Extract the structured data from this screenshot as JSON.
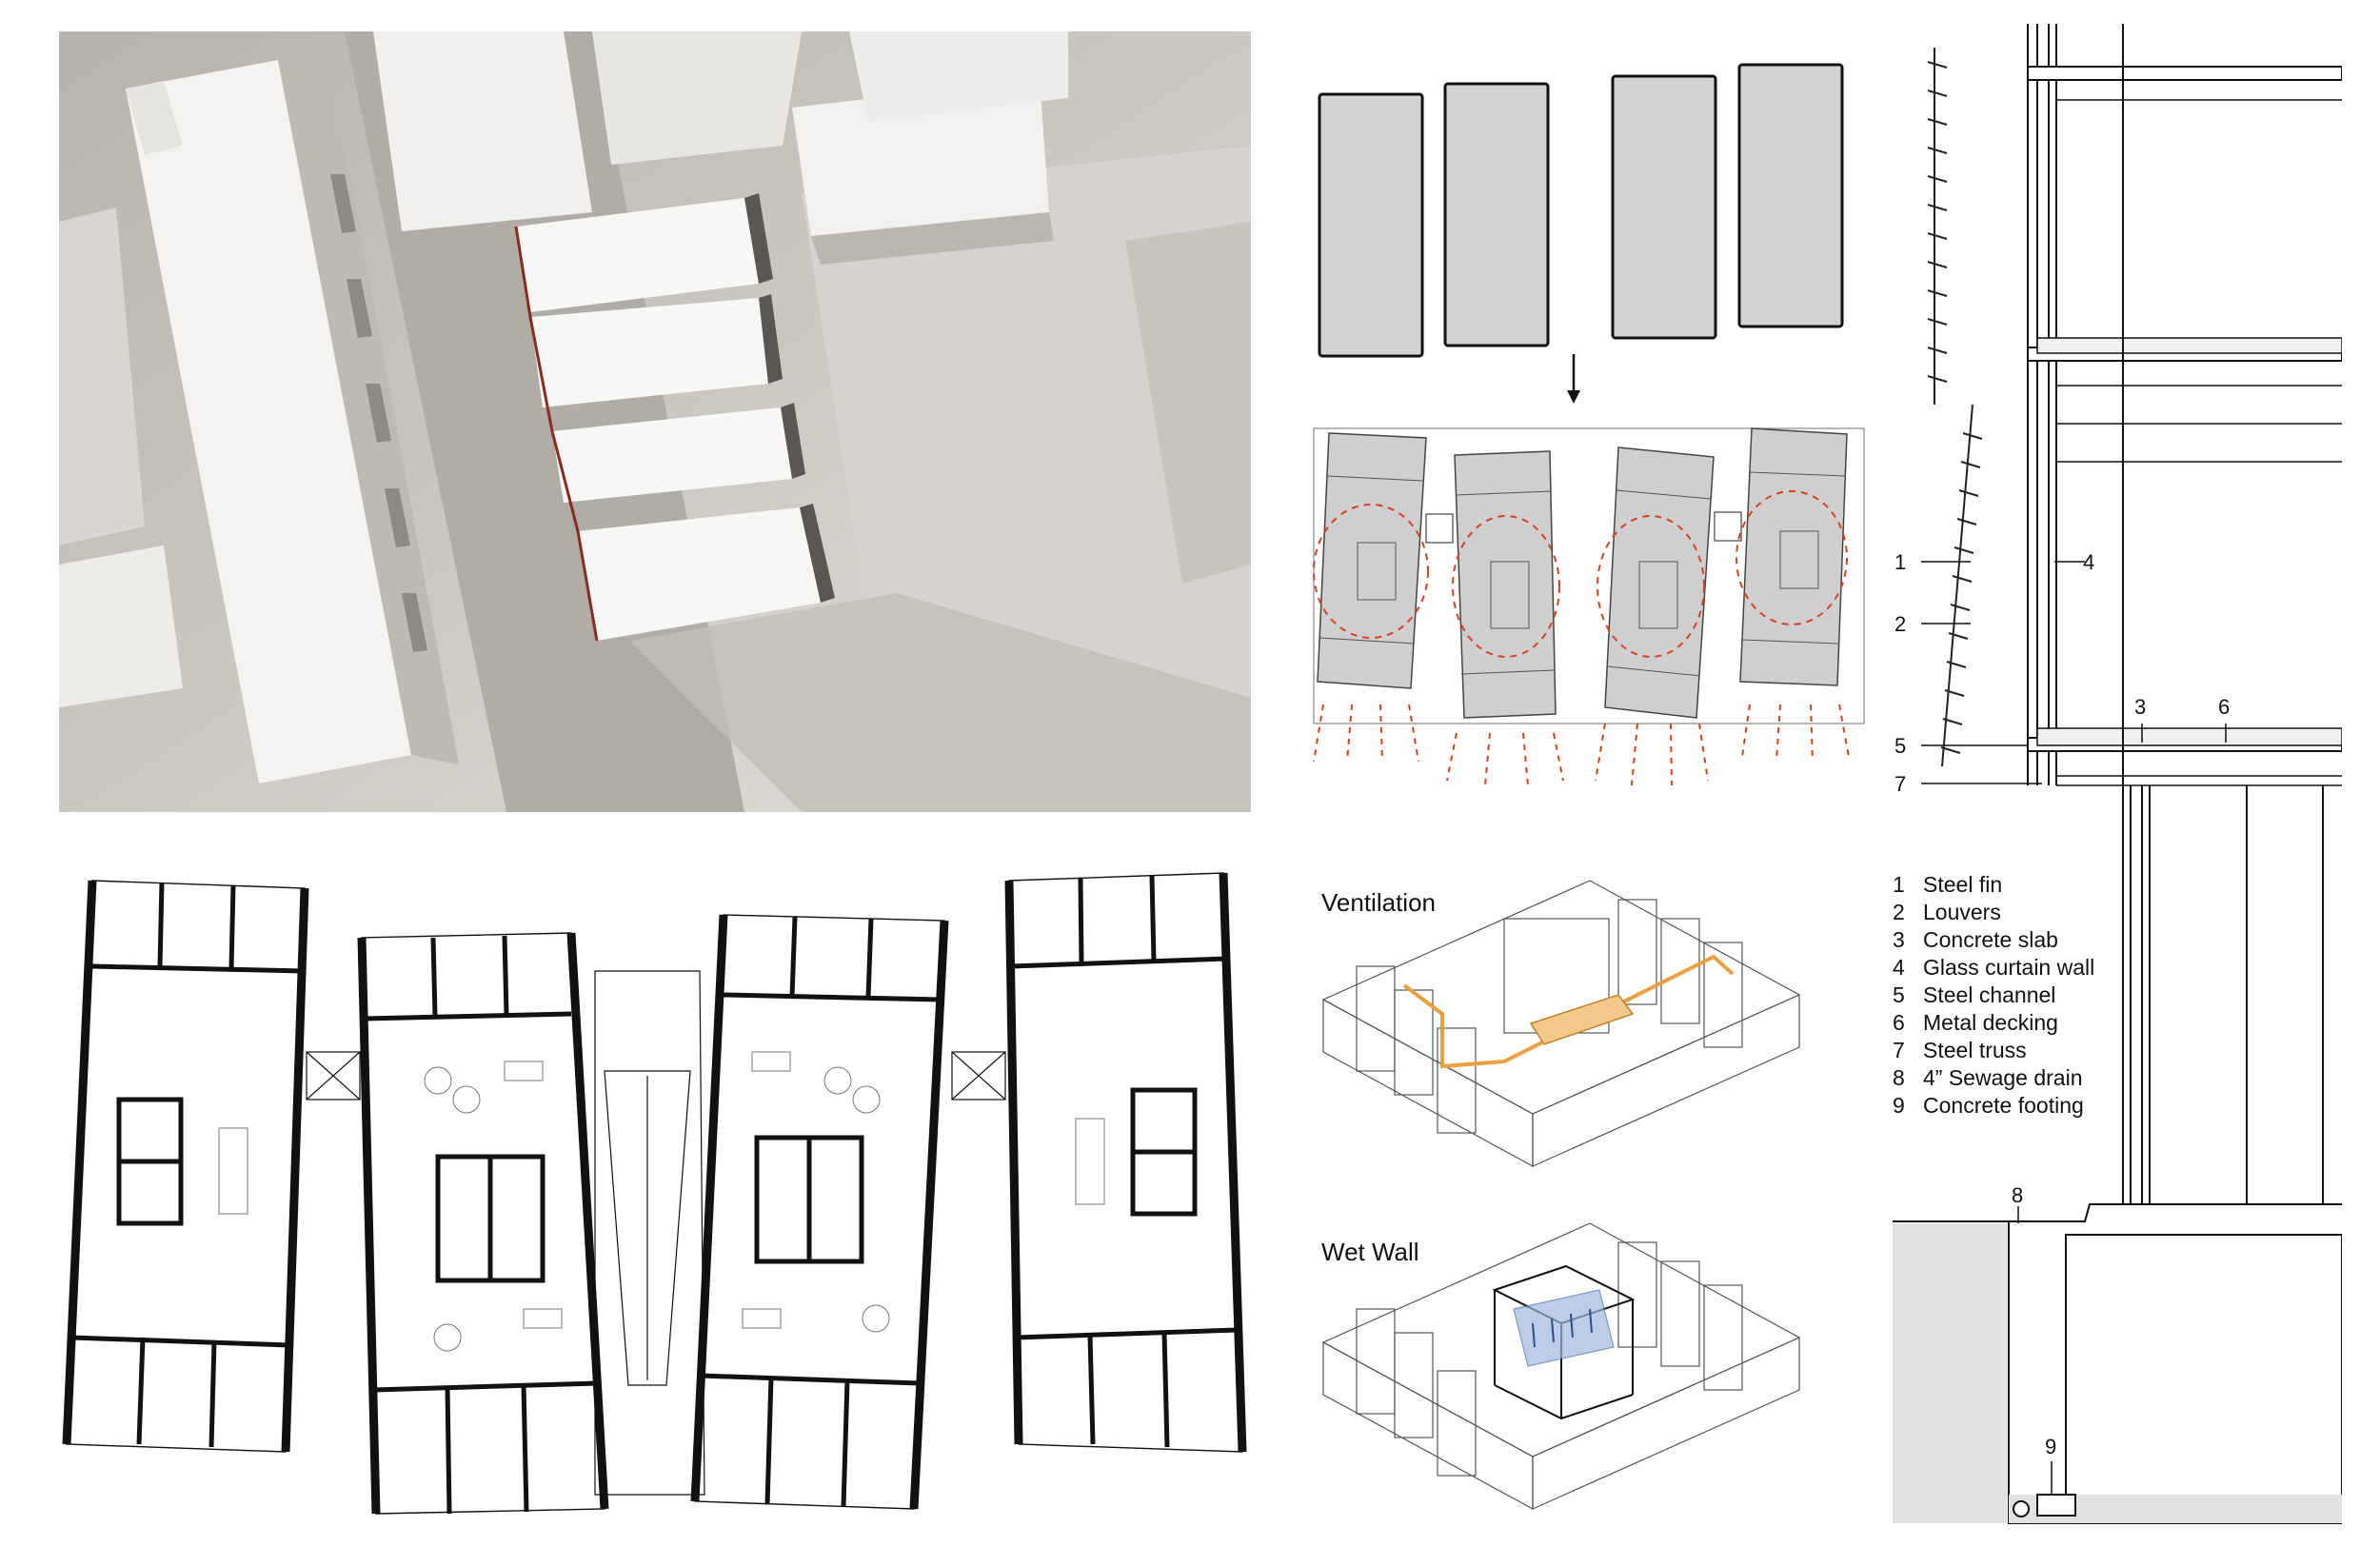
{
  "diagram": {
    "ventilation_title": "Ventilation",
    "wetwall_title": "Wet Wall",
    "legend": [
      {
        "num": "1",
        "text": "Steel fin"
      },
      {
        "num": "2",
        "text": "Louvers"
      },
      {
        "num": "3",
        "text": "Concrete slab"
      },
      {
        "num": "4",
        "text": "Glass curtain wall"
      },
      {
        "num": "5",
        "text": "Steel channel"
      },
      {
        "num": "6",
        "text": "Metal decking"
      },
      {
        "num": "7",
        "text": "Steel truss"
      },
      {
        "num": "8",
        "text": "4” Sewage drain"
      },
      {
        "num": "9",
        "text": "Concrete footing"
      }
    ],
    "section_callouts": {
      "c1": "1",
      "c2": "2",
      "c3": "3",
      "c4": "4",
      "c5": "5",
      "c6": "6",
      "c7": "7",
      "c8": "8",
      "c9": "9"
    },
    "colors": {
      "massing_bg": "#a9a59f",
      "block_fill": "#d3d3d5",
      "airflow": "#d9401e",
      "ventilation_duct": "#e8a040",
      "wetwall": "#9fb8e0",
      "plan_wall": "#111111"
    }
  }
}
